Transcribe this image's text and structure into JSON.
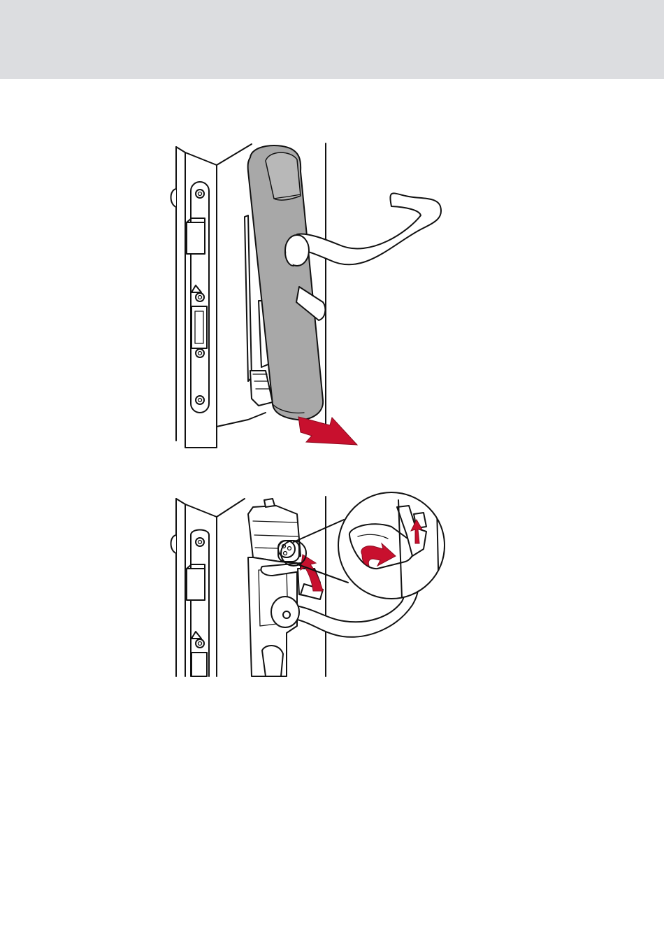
{
  "page": {
    "header_band_color": "#dcdde0",
    "background_color": "#ffffff"
  },
  "figures": [
    {
      "id": "step-1",
      "depicts": [
        "door-edge",
        "lock-faceplate",
        "handle-cover",
        "lever-handle",
        "pull-arrow"
      ],
      "cover_color": "#a8a8a8",
      "arrow_color": "#c8102e"
    },
    {
      "id": "step-2",
      "depicts": [
        "door-edge",
        "lock-faceplate",
        "lock-mechanism",
        "lever-handle",
        "rotate-arrow",
        "detail-magnifier"
      ],
      "arrow_color": "#c8102e"
    }
  ]
}
